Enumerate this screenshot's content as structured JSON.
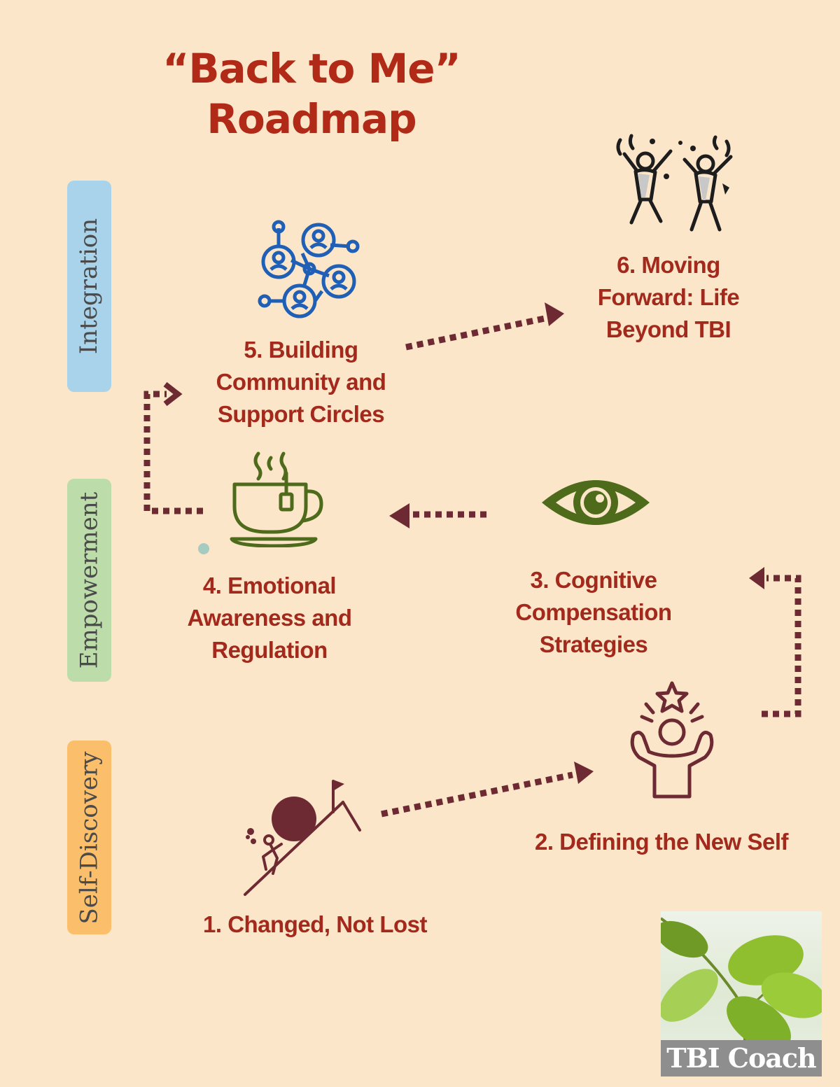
{
  "title": {
    "line1": "“Back to Me”",
    "line2": "Roadmap"
  },
  "phases": {
    "integration": "Integration",
    "empowerment": "Empowerment",
    "self_discovery": "Self-Discovery"
  },
  "steps": {
    "s1": {
      "lines": [
        "1. Changed, Not Lost"
      ],
      "icon": "boulder-climb-icon"
    },
    "s2": {
      "lines": [
        "2. Defining the New Self"
      ],
      "icon": "person-star-icon"
    },
    "s3": {
      "lines": [
        "3. Cognitive",
        "Compensation",
        "Strategies"
      ],
      "icon": "eye-icon"
    },
    "s4": {
      "lines": [
        "4. Emotional",
        "Awareness and",
        "Regulation"
      ],
      "icon": "tea-cup-icon"
    },
    "s5": {
      "lines": [
        "5. Building",
        "Community and",
        "Support Circles"
      ],
      "icon": "community-network-icon"
    },
    "s6": {
      "lines": [
        "6. Moving",
        "Forward: Life",
        "Beyond TBI"
      ],
      "icon": "celebrating-people-icon"
    }
  },
  "logo": {
    "text": "TBI Coach"
  },
  "colors": {
    "background": "#fbe6c9",
    "title": "#b02a17",
    "step_text": "#a2291b",
    "arrow": "#6e2a32",
    "network_blue": "#1f5fb5",
    "olive_green": "#4d6b1a",
    "maroon_icon": "#6e2a32",
    "integration_bar": "#a9d3ea",
    "empowerment_bar": "#bcdcaa",
    "self_discovery_bar": "#fbbf6c"
  }
}
